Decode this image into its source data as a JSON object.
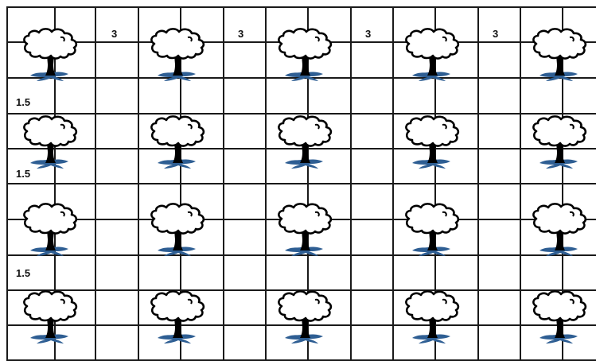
{
  "colors": {
    "grid_line": "#1a1a1a",
    "tree_outline": "#000000",
    "tree_crown_fill": "#ffffff",
    "tree_trunk": "#000000",
    "tree_shadow": "#2e5e93"
  },
  "labels": {
    "column_spacing": "3",
    "row_spacing": "1.5"
  },
  "icons": {
    "tree": "tree-icon"
  },
  "layout": {
    "tree_rows": 4,
    "tree_columns": 5
  }
}
